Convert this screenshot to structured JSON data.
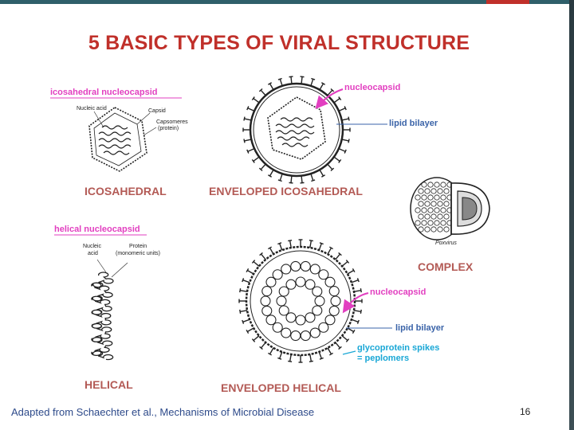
{
  "title": "5 BASIC TYPES OF VIRAL STRUCTURE",
  "labels": {
    "icosahedral": "ICOSAHEDRAL",
    "enveloped_icosahedral": "ENVELOPED ICOSAHEDRAL",
    "complex": "COMPLEX",
    "helical": "HELICAL",
    "enveloped_helical": "ENVELOPED HELICAL"
  },
  "callouts": {
    "icosahedral_nucleocapsid": "icosahedral nucleocapsid",
    "nucleocapsid_top": "nucleocapsid",
    "lipid_bilayer_top": "lipid bilayer",
    "helical_nucleocapsid": "helical nucleocapsid",
    "nucleocapsid_bottom": "nucleocapsid",
    "lipid_bilayer_bottom": "lipid bilayer",
    "glycoprotein_spikes": "glycoprotein spikes",
    "peplomers": "= peplomers"
  },
  "small_labels": {
    "nucleic_acid": "Nucleic acid",
    "capsid": "Capsid",
    "capsomeres": "Capsomeres",
    "capsomeres_sub": "(protein)",
    "nucleic": "Nucleic",
    "acid": "acid",
    "protein": "Protein",
    "monomeric": "(monomeric units)",
    "poxvirus": "Poxvirus"
  },
  "footer": "Adapted from Schaechter et al., Mechanisms of Microbial Disease",
  "page_number": "16",
  "colors": {
    "title": "#c0302a",
    "label": "#b35a55",
    "magenta": "#e23fc0",
    "blue": "#3a63a8",
    "cyan": "#19a7d6"
  }
}
